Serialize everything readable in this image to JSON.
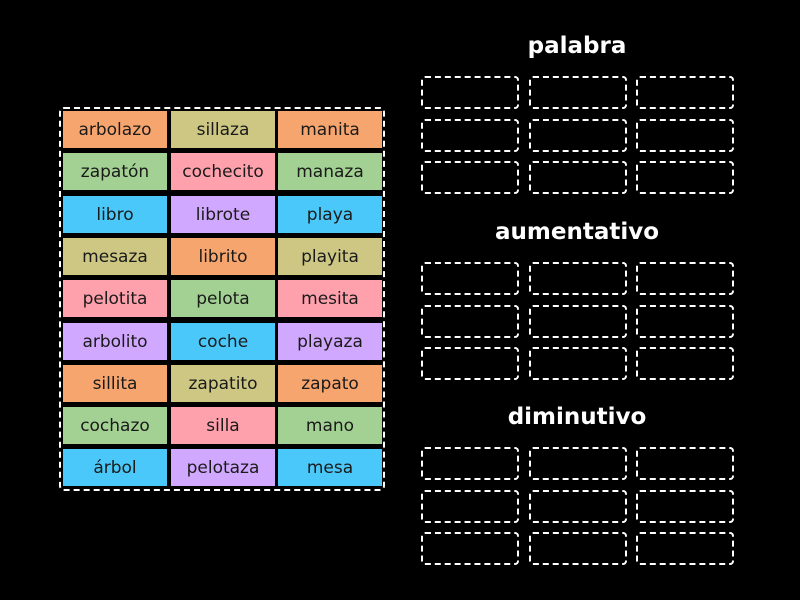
{
  "tiles": [
    {
      "label": "arbolazo",
      "color": "#F7A56E"
    },
    {
      "label": "sillaza",
      "color": "#CDC783"
    },
    {
      "label": "manita",
      "color": "#F7A56E"
    },
    {
      "label": "zapatón",
      "color": "#A3D193"
    },
    {
      "label": "cochecito",
      "color": "#FFA1AD"
    },
    {
      "label": "manaza",
      "color": "#A3D193"
    },
    {
      "label": "libro",
      "color": "#4AC8F9"
    },
    {
      "label": "librote",
      "color": "#D1A8FF"
    },
    {
      "label": "playa",
      "color": "#4AC8F9"
    },
    {
      "label": "mesaza",
      "color": "#CDC783"
    },
    {
      "label": "librito",
      "color": "#F7A56E"
    },
    {
      "label": "playita",
      "color": "#CDC783"
    },
    {
      "label": "pelotita",
      "color": "#FFA1AD"
    },
    {
      "label": "pelota",
      "color": "#A3D193"
    },
    {
      "label": "mesita",
      "color": "#FFA1AD"
    },
    {
      "label": "arbolito",
      "color": "#D1A8FF"
    },
    {
      "label": "coche",
      "color": "#4AC8F9"
    },
    {
      "label": "playaza",
      "color": "#D1A8FF"
    },
    {
      "label": "sillita",
      "color": "#F7A56E"
    },
    {
      "label": "zapatito",
      "color": "#CDC783"
    },
    {
      "label": "zapato",
      "color": "#F7A56E"
    },
    {
      "label": "cochazo",
      "color": "#A3D193"
    },
    {
      "label": "silla",
      "color": "#FFA1AD"
    },
    {
      "label": "mano",
      "color": "#A3D193"
    },
    {
      "label": "árbol",
      "color": "#4AC8F9"
    },
    {
      "label": "pelotaza",
      "color": "#D1A8FF"
    },
    {
      "label": "mesa",
      "color": "#4AC8F9"
    }
  ],
  "groups": [
    {
      "title": "palabra",
      "slots": 9
    },
    {
      "title": "aumentativo",
      "slots": 9
    },
    {
      "title": "diminutivo",
      "slots": 9
    }
  ]
}
